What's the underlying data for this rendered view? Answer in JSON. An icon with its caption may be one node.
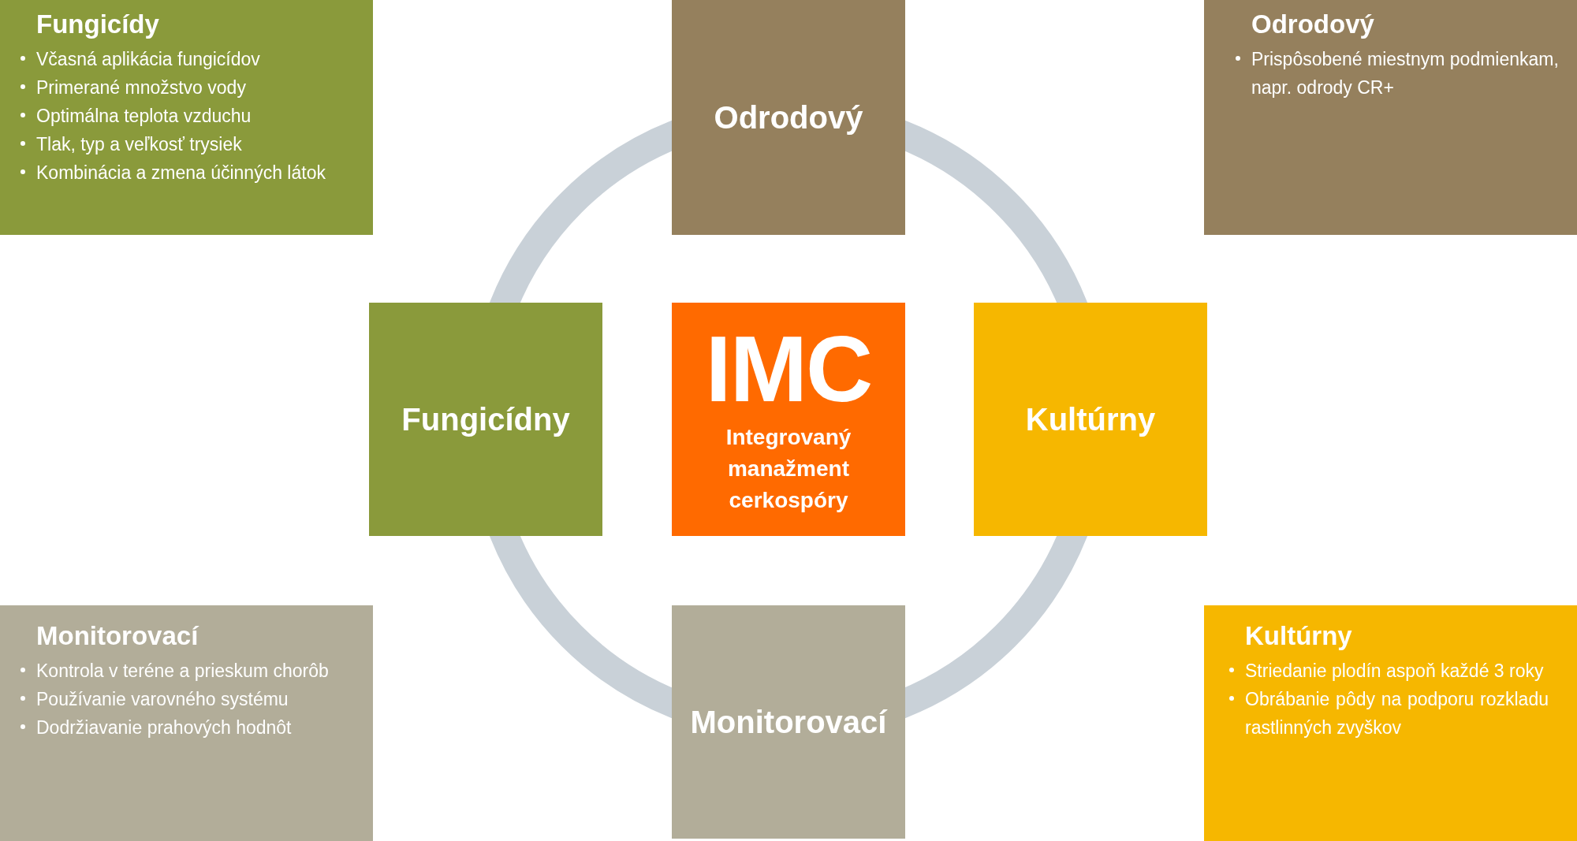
{
  "diagram": {
    "nodes": [
      {
        "text": [
          "Fungicídy",
          "Včasná aplikácia fungicídov",
          "Primerané množstvo vody",
          "Optimálna teplota vzduchu",
          "Tlak, typ a veľkosť trysiek",
          "Kombinácia a zmena účinných látok"
        ]
      },
      {
        "text": [
          "Odrodový"
        ]
      },
      {
        "text": [
          "Odrodový",
          "Prispôsobené miestnym podmienkam, napr. odrody CR+"
        ]
      },
      {
        "text": [
          "Fungicídny"
        ]
      },
      {
        "text": [
          "IMC",
          "Integrovaný manažment cerkospóry"
        ]
      },
      {
        "text": [
          "Kultúrny"
        ]
      },
      {
        "text": [
          "Monitorovací",
          "Kontrola v teréne a prieskum chorôb",
          "Používanie varovného systému",
          "Dodržiavanie prahových hodnôt"
        ]
      },
      {
        "text": [
          "Monitorovací"
        ]
      },
      {
        "text": [
          "Kultúrny",
          "Striedanie plodín aspoň každé 3 roky",
          "Obrábanie pôdy na podporu rozkladu rastlinných zvyškov"
        ]
      }
    ]
  }
}
